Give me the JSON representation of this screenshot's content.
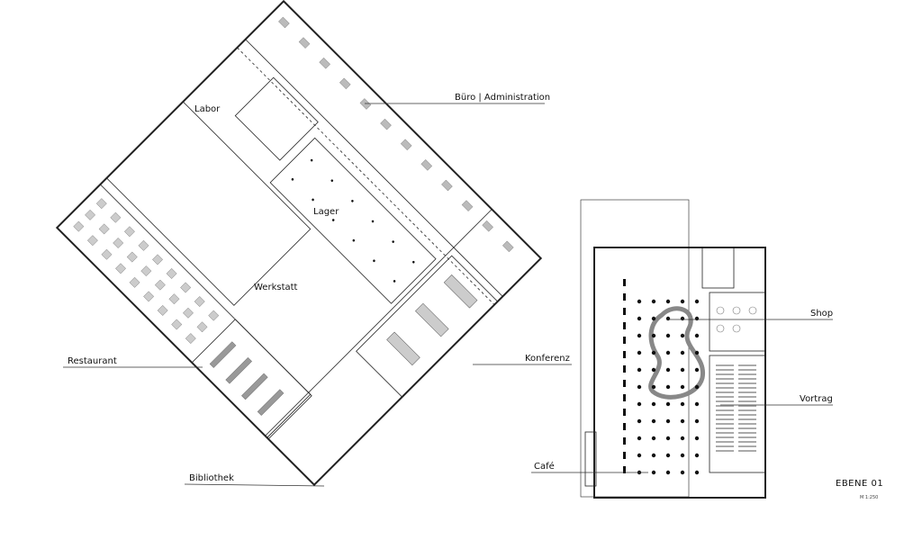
{
  "plan": {
    "title": "EBENE 01",
    "scale": "M 1:250",
    "rooms": {
      "buero": "Büro | Administration",
      "labor": "Labor",
      "lager": "Lager",
      "werkstatt": "Werkstatt",
      "restaurant": "Restaurant",
      "konferenz": "Konferenz",
      "bibliothek": "Bibliothek",
      "shop": "Shop",
      "vortrag": "Vortrag",
      "cafe": "Café"
    }
  }
}
